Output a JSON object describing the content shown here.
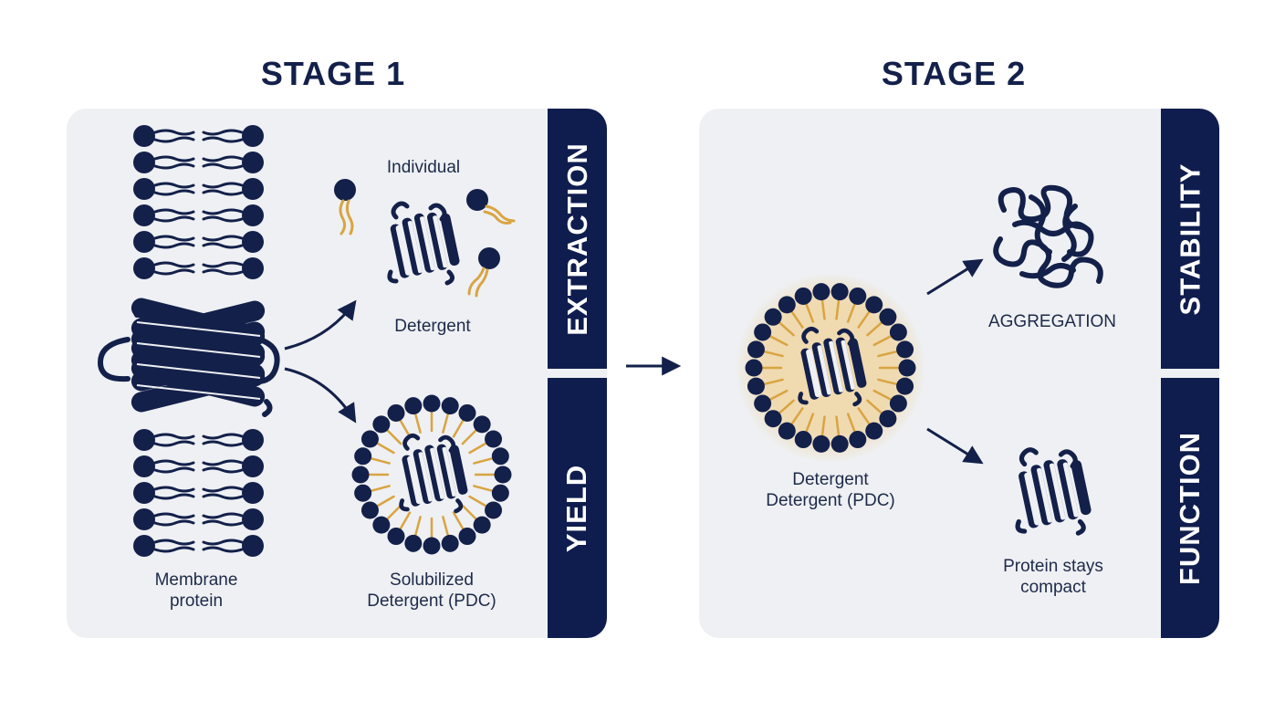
{
  "stages": {
    "stage1_title": "STAGE 1",
    "stage2_title": "STAGE 2"
  },
  "tabs": {
    "extraction": "EXTRACTION",
    "yield": "YIELD",
    "stability": "STABILITY",
    "function": "FUNCTION"
  },
  "labels": {
    "individual": "Individual",
    "detergent": "Detergent",
    "membrane_line1": "Membrane",
    "membrane_line2": "protein",
    "solubilized_line1": "Solubilized",
    "solubilized_line2": "Detergent (PDC)",
    "pdc_line1": "Detergent",
    "pdc_line2": "Detergent (PDC)",
    "aggregation": "AGGREGATION",
    "compact_line1": "Protein stays",
    "compact_line2": "compact"
  },
  "colors": {
    "navy": "#13204a",
    "gold": "#d9a441",
    "panel": "#eef0f3",
    "tab": "#0f1d4e"
  }
}
